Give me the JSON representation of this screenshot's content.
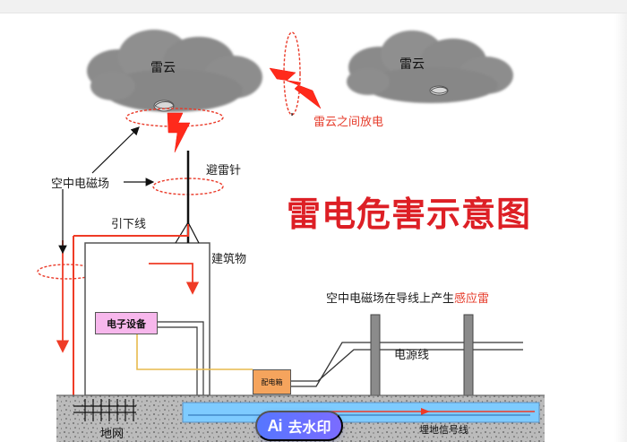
{
  "labels": {
    "cloud_left": "雷云",
    "cloud_right": "雷云",
    "cloud_discharge": "雷云之间放电",
    "lightning_rod": "避雷针",
    "air_em_field": "空中电磁场",
    "down_conductor": "引下线",
    "building": "建筑物",
    "title": "雷电危害示意图",
    "induced_prefix": "空中电磁场在导线上产生",
    "induced_suffix": "感应雷",
    "electronic_device": "电子设备",
    "power_line": "电源线",
    "distribution_box": "配电箱",
    "ground_grid": "地网",
    "signal_line": "埋地信号线"
  },
  "watermark": {
    "icon": "Ai",
    "label": "去水印"
  },
  "colors": {
    "title_red": "#dd1f25",
    "lightning": "#ff2a1b",
    "dashed_red": "#ea3a29",
    "device_pink": "#f7b7ec",
    "panel_orange": "#f5a45d",
    "ground_blue": "#7ecbff",
    "cloud_gray": "#8c8c8c"
  }
}
